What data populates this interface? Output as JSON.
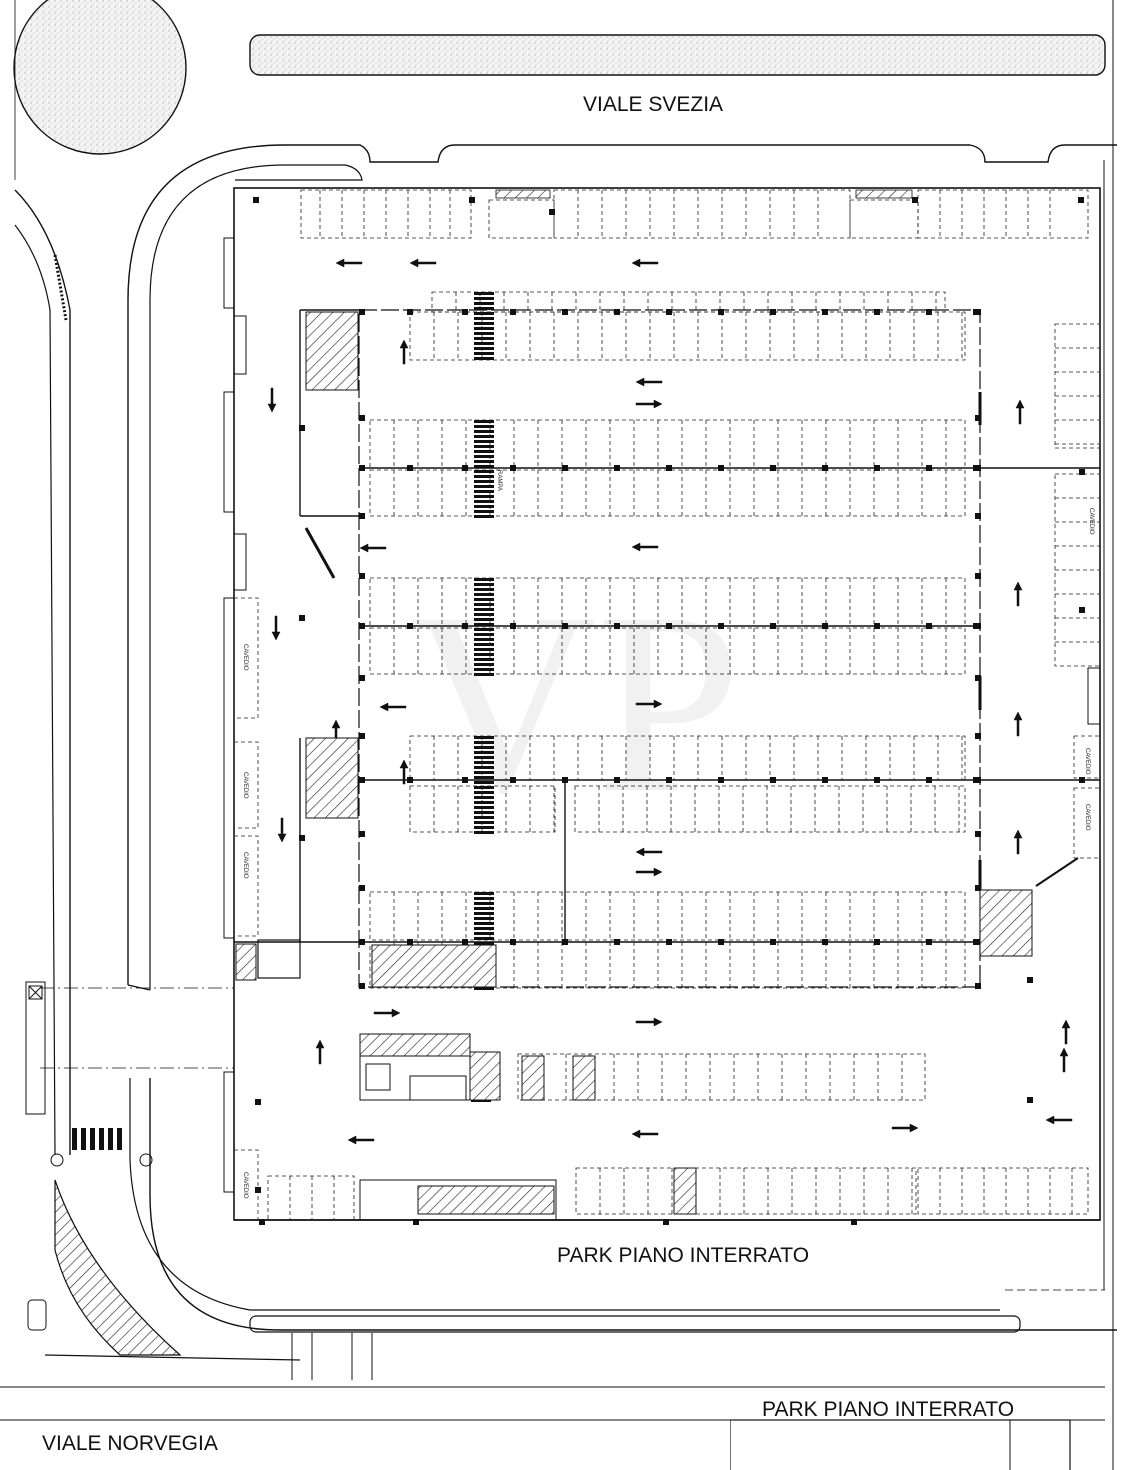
{
  "labels": {
    "street_north": "VIALE SVEZIA",
    "street_south": "VIALE NORVEGIA",
    "floor_label": "PARK PIANO  INTERRATO",
    "title_block_title": "PARK PIANO  INTERRATO",
    "cavedio": "CAVEDIO",
    "ramp_label": "RAMPA"
  },
  "colors": {
    "line": "#111111",
    "hatch_fill": "#e9e9e9",
    "watermark": "#f2f2f2"
  },
  "watermark_text": "VP"
}
